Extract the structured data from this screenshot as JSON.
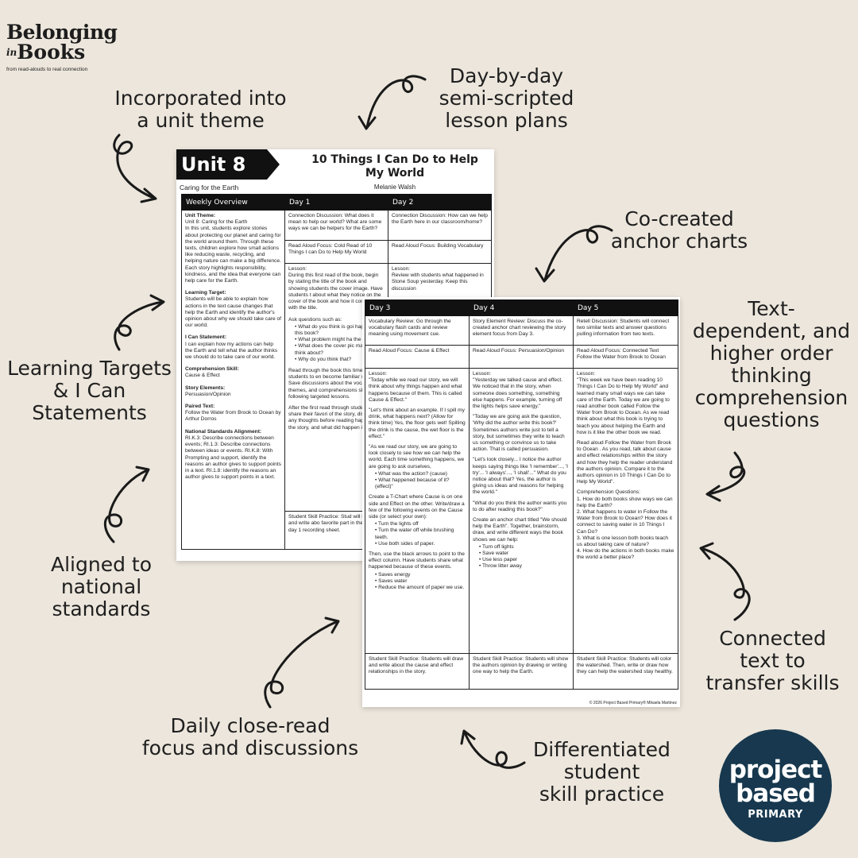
{
  "brand": {
    "line1": "Belonging",
    "in": "in",
    "line2": "Books",
    "tagline": "from read-alouds to real connection"
  },
  "callouts": {
    "unit_theme": "Incorporated into\na unit theme",
    "lesson_plans": "Day-by-day\nsemi-scripted\nlesson plans",
    "anchor_charts": "Co-created\nanchor charts",
    "text_dependent": "Text-\ndependent, and\nhigher order\nthinking\ncomprehension\nquestions",
    "learning_targets": "Learning Targets\n& I Can\nStatements",
    "national_standards": "Aligned to\nnational\nstandards",
    "connected_text": "Connected\ntext to\ntransfer skills",
    "close_read": "Daily close-read\nfocus and discussions",
    "skill_practice": "Differentiated\nstudent\nskill practice"
  },
  "page1": {
    "unit": "Unit 8",
    "subtitle": "Caring for the Earth",
    "book_title": "10 Things I Can Do to Help My World",
    "author": "Melanie Walsh",
    "headers": [
      "Weekly Overview",
      "Day 1",
      "Day 2"
    ],
    "overview": {
      "theme_label": "Unit Theme:",
      "theme_text": "Unit 8: Caring for the Earth\nIn this unit, students explore stories about protecting our planet and caring for the world around them. Through these texts, children explore how small actions like reducing waste, recycling, and helping nature can make a big difference. Each story highlights responsibility, kindness, and the idea that everyone can help care for the Earth.",
      "target_label": "Learning Target:",
      "target_text": "Students will be able to explain how actions in the text cause changes that help the Earth and identify the author's opinion about why we should take care of our world.",
      "ican_label": "I Can Statement:",
      "ican_text": "I can explain how my actions can help the Earth and tell what the author thinks we should do to take care of our world.",
      "skill_label": "Comprehension Skill:",
      "skill_text": "Cause & Effect",
      "elements_label": "Story Elements:",
      "elements_text": "Persuasion/Opinion",
      "paired_label": "Paired Text:",
      "paired_text": "Follow the Water from Brook to Ocean by Arthur Dorros",
      "standards_label": "National Standards Alignment:",
      "standards_text": "RI.K.3: Describe connections between events; RI.1.3: Describe connections between ideas or events. RI.K.8: With Prompting and support, identify the reasons an author gives to support points in a text. RI.1.8: identify the reasons an author gives to support points in a text."
    },
    "day1": {
      "connection": "Connection Discussion: What does it mean to help our world? What are some ways we can be helpers for the Earth?",
      "focus": "Read Aloud Focus: Cold Read of 10 Things I can Do to Help My World",
      "lesson_label": "Lesson:",
      "lesson_text": "During this first read of the book, begin by stating the title of the book and showing students the cover image. Have students t about what they notice on the cover of the book and how it connects with the title.",
      "ask_label": "Ask questions such as:",
      "ask_items": [
        "What do you think is goi happen in this book?",
        "What problem might ha the story?",
        "What does the cover pic make you think about?",
        "Why do you think that?"
      ],
      "read_text": "Read through the book this time just for students to en become familiar with the s Save discussions about the vocabulary, themes, and comprehensions skills for following targeted lessons.",
      "after_text": "After the first read through students share their favori of the story, discuss if any thoughts before reading happened in the story, and what did happen instead,",
      "practice": "Student Skill Practice: Stud will illustrate and write abo favorite part in the story or day 1 recording sheet."
    },
    "day2": {
      "connection": "Connection Discussion: How can we help the Earth here in our classroom/home?",
      "focus": "Read Aloud Focus: Building Vocabulary",
      "lesson_label": "Lesson:",
      "lesson_text": "Review with students what happened in Stone Soup yesterday. Keep this discussion"
    }
  },
  "page2": {
    "headers": [
      "Day 3",
      "Day 4",
      "Day 5"
    ],
    "day3": {
      "review": "Vocabulary Review: Go through the vocabulary flash cards and review meaning using movement cue.",
      "focus": "Read Aloud Focus: Cause & Effect",
      "lesson_label": "Lesson:",
      "p1": "\"Today while we read our story, we will think about why things happen and what happens because of them. This is called Cause & Effect.\"",
      "p2": "\"Let's think about an example. If I spill my drink, what happens next? (Allow for think time) Yes, the floor gets wet! Spilling the drink is the cause, the wet floor is the effect.\"",
      "p3": "\"As we read our story, we are going to look closely to see how we can help the world. Each time something happens, we are going to ask ourselves,",
      "p3_items": [
        "What was the action? (cause)",
        "What happened because of it? (effect)\""
      ],
      "p4": "Create a T-Chart where Cause is on one side and Effect on the other. Write/draw a few of the following events on the Cause side (or select your own):",
      "p4_items": [
        "Turn the lights off",
        "Turn the water off while brushing teeth.",
        "Use both sides of paper."
      ],
      "p5": "Then, use the black arrows to point to the effect column. Have students share what happened because of these events.",
      "p5_items": [
        "Saves energy",
        "Saves water",
        "Reduce the amount of paper we use."
      ],
      "practice": "Student Skill Practice: Students will draw and write about the cause and effect relationships in the story."
    },
    "day4": {
      "review": "Story Element Review: Discuss the co-created anchor chart reviewing the story element focus from Day 3.",
      "focus": "Read Aloud Focus: Persuasion/Opinion",
      "lesson_label": "Lesson:",
      "p1": "\"Yesterday we talked cause and effect. We noticed that in the story, when someone does something, something else happens. For example, turning off the lights helps save energy.\"",
      "p2": "\"Today we are going ask the question, 'Why did the author write this book?' Sometimes authors write just to tell a story, but sometimes they write to teach us something or convince us to take action. That is called persuasion.",
      "p3": "\"Let's look closely... I notice the author keeps saying things like 'I remember'..., 'I try'... 'I always'..., 'I shall'...\" What do you notice about that? Yes, the author is giving us ideas and reasons for helping the world.\"",
      "p4": "\"What do you think the author wants you to do after reading this book?\"",
      "p5": "Create an anchor chart titled \"We should help the Earth\". Together, brainstorm, draw, and write different ways the book shows we can help:",
      "p5_items": [
        "Turn off lights",
        "Save water",
        "Use less paper",
        "Throw litter away"
      ],
      "practice": "Student Skill Practice: Students will show the authors opinion by drawing or writing one way to help the Earth."
    },
    "day5": {
      "review": "Retell Discussion: Students will connect two similar texts and answer questions pulling information from two texts.",
      "focus": "Read Aloud Focus: Connected Text Follow the Water from Brook to Ocean",
      "lesson_label": "Lesson:",
      "p1": "\"This week we have been reading 10 Things I Can Do to Help My World\" and learned many small ways we can take care of the Earth. Today we are going to read another book called Follow the Water from Brook to Ocean. As we read think about what this book is trying to teach you about helping the Earth and how is it like the other book we read.",
      "p2": "Read aloud Follow the Water from Brook to Ocean . As you read, talk about cause and effect relationships within the story and how they help the reader understand the authors opinion. Compare it to the authors opinion in 10 Things I Can Do to Help My World\".",
      "questions_label": "Comprehension Questions:",
      "questions": [
        "1.  How do both books show ways we can help the Earth?",
        "2.  What happens to water in Follow the Water from Brook to Ocean? How does it connect to saving water in 10 Things I Can Do?",
        "3.  What is one lesson both books teach us about taking care of nature?",
        "4.  How do the actions in both books make the world a better place?"
      ],
      "practice": "Student Skill Practice: Students will color the watershed. Then, write or draw how they can help the watershed stay healthy."
    },
    "copyright": "© 2026 Project Based Primary® Mikaela Martinez"
  },
  "logo": {
    "line1": "project",
    "line2": "based",
    "line3": "PRIMARY"
  },
  "colors": {
    "background": "#ece6dc",
    "ink": "#111111",
    "logo": "#17384e"
  }
}
